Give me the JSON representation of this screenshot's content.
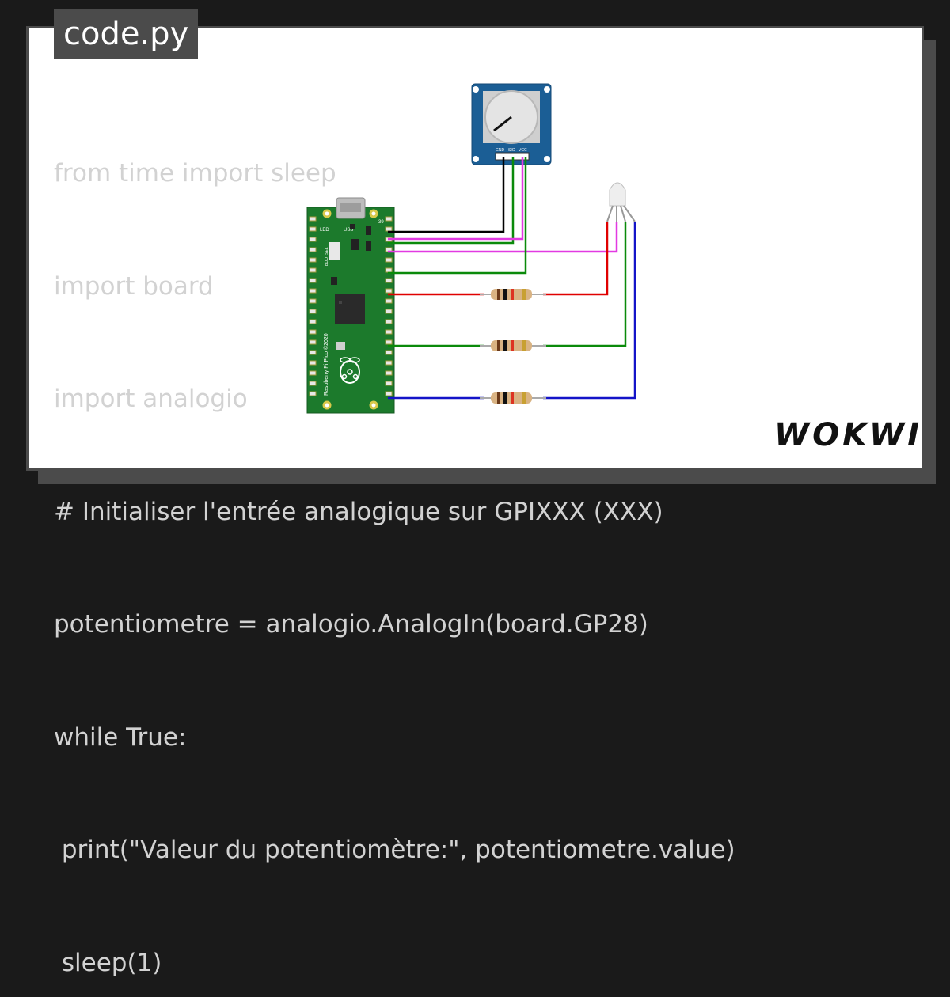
{
  "tab": {
    "label": "code.py"
  },
  "code": {
    "lines": [
      "from time import sleep",
      "import board",
      "import analogio",
      "# Initialiser l'entrée analogique sur GPIXXX (XXX)",
      "potentiometre = analogio.AnalogIn(board.GP28)",
      "while True:",
      " print(\"Valeur du potentiomètre:\", potentiometre.value)",
      " sleep(1)"
    ]
  },
  "board": {
    "name": "Raspberry Pi Pico ©2020",
    "labels": {
      "led": "LED",
      "usb": "USB",
      "bootsel": "BOOTSEL",
      "pin39": "39"
    }
  },
  "potentiometer": {
    "pins": [
      "GND",
      "SIG",
      "VCC"
    ]
  },
  "brand": {
    "wordmark": "WOKWI"
  },
  "colors": {
    "background": "#1a1a1a",
    "card": "#ffffff",
    "frame": "#4b4b4b",
    "code_text": "#d2d2d2",
    "pcb": "#1c7a2c",
    "pot_module": "#1b5e95",
    "wire_black": "#000000",
    "wire_green": "#0a8a0a",
    "wire_magenta": "#e23ae2",
    "wire_red": "#e00000",
    "wire_blue": "#1414c8"
  }
}
